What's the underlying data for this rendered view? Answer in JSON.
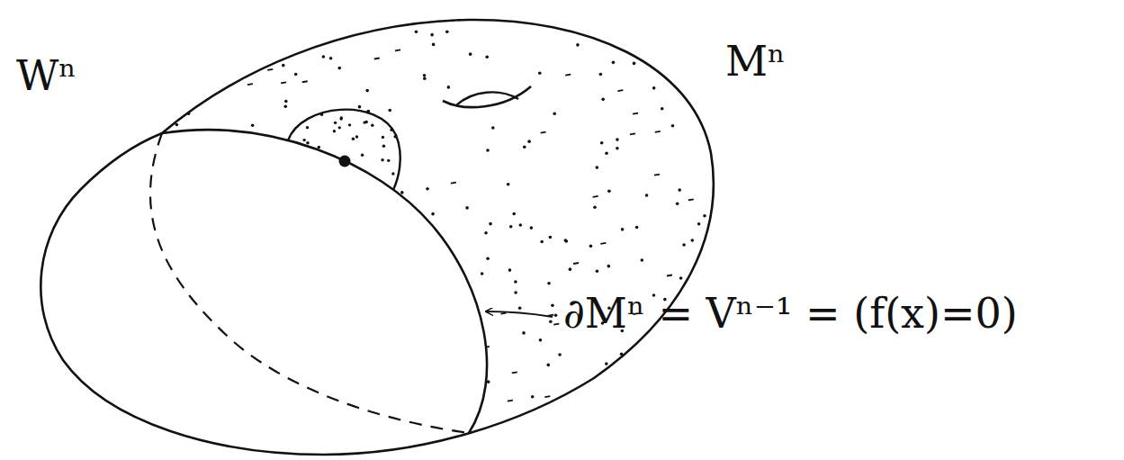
{
  "diagram": {
    "labels": [
      "Wⁿ",
      "Mⁿ",
      "∂Mⁿ = Vⁿ⁻¹ = (f(x)=0)"
    ]
  }
}
